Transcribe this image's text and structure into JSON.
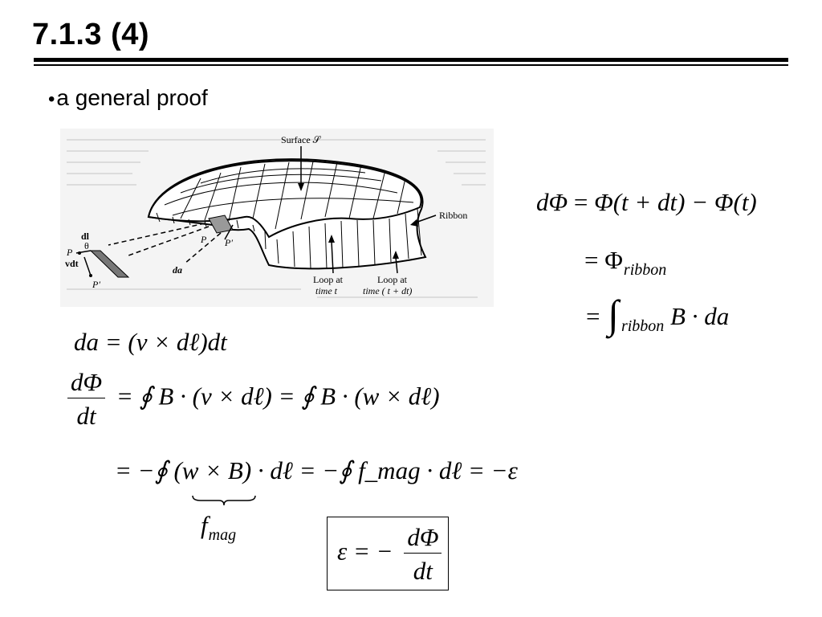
{
  "slide": {
    "title": "7.1.3 (4)",
    "bullet_text": "a general proof"
  },
  "figure": {
    "surface_label": "Surface 𝒮",
    "ribbon_label": "Ribbon",
    "loop_t_line1": "Loop at",
    "loop_t_line2": "time t",
    "loop_tdt_line1": "Loop at",
    "loop_tdt_line2": "time ( t + dt)",
    "label_p": "P",
    "label_pprime": "P′",
    "label_dl": "dl",
    "label_theta": "θ",
    "label_vdt": "vdt",
    "label_da": "da"
  },
  "equations": {
    "flux_change": {
      "lhs": "dΦ",
      "eq": "=",
      "rhs": "Φ(t + dt) − Φ(t)"
    },
    "flux_ribbon": {
      "eq": "=",
      "sym": "Φ",
      "sub": "ribbon"
    },
    "flux_integral": {
      "eq": "=",
      "sub": "ribbon",
      "body": "B · da"
    },
    "area_element": {
      "lhs": "da",
      "rhs": "= (v × dℓ)dt"
    },
    "dphi_dt": {
      "num": "dΦ",
      "den": "dt",
      "part1": "= ∮ B · (v × dℓ) = ∮ B · (w × dℓ)"
    },
    "emf_line": {
      "text": "= −∮ (w × B) · dℓ = −∮ f_mag · dℓ = −ε"
    },
    "fmag_annotation": {
      "sym": "f",
      "sub": "mag"
    },
    "boxed_result": {
      "lhs": "ε = −",
      "num": "dΦ",
      "den": "dt"
    }
  }
}
